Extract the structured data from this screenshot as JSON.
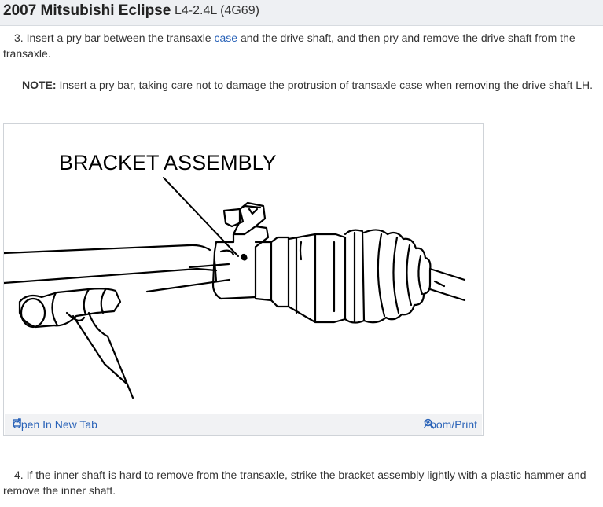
{
  "header": {
    "title": "2007 Mitsubishi Eclipse",
    "engine": "L4-2.4L (4G69)"
  },
  "step3": {
    "before": "3. Insert a pry bar between the transaxle ",
    "link": "case",
    "after": " and the drive shaft, and then pry and remove the drive shaft from the transaxle."
  },
  "note": {
    "label": "NOTE:",
    "text": " Insert a pry bar, taking care not to damage the protrusion of transaxle case when removing the drive shaft LH."
  },
  "figure": {
    "callout": "BRACKET ASSEMBLY",
    "open_label": "Open In New Tab",
    "zoom_label": "Zoom/Print"
  },
  "step4": {
    "text": "4. If the inner shaft is hard to remove from the transaxle, strike the bracket assembly lightly with a plastic hammer and remove the inner shaft."
  },
  "colors": {
    "link": "#2a63b8",
    "header_bg": "#eef0f3"
  }
}
